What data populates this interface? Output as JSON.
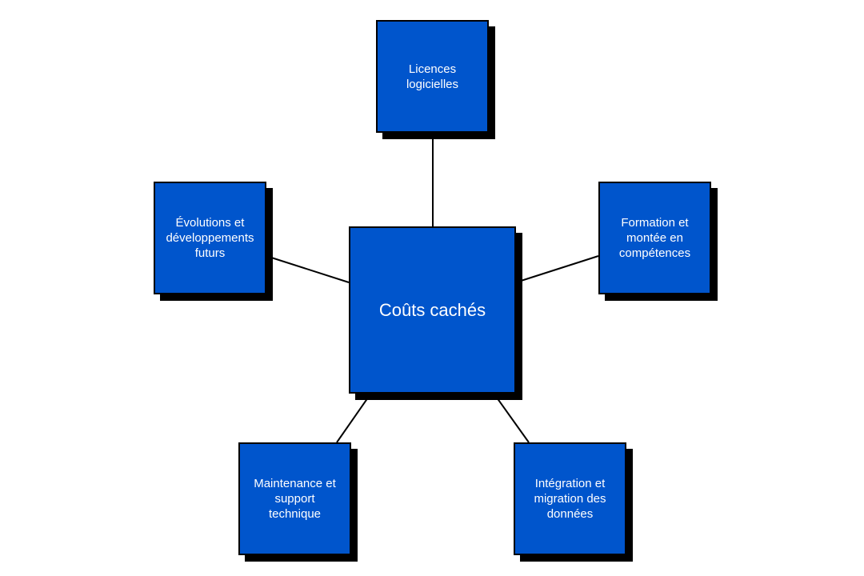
{
  "diagram": {
    "center": {
      "label": "Coûts cachés"
    },
    "nodes": [
      {
        "id": "licences",
        "label": "Licences\nlogicielles"
      },
      {
        "id": "evolutions",
        "label": "Évolutions et\ndéveloppements\nfuturs"
      },
      {
        "id": "formation",
        "label": "Formation et\nmontée en\ncompétences"
      },
      {
        "id": "maintenance",
        "label": "Maintenance et\nsupport\ntechnique"
      },
      {
        "id": "integration",
        "label": "Intégration et\nmigration des\ndonnées"
      }
    ]
  },
  "colors": {
    "box_fill": "#0055cc",
    "box_border": "#000000",
    "shadow": "#000000",
    "text": "#ffffff",
    "connector": "#000000"
  }
}
